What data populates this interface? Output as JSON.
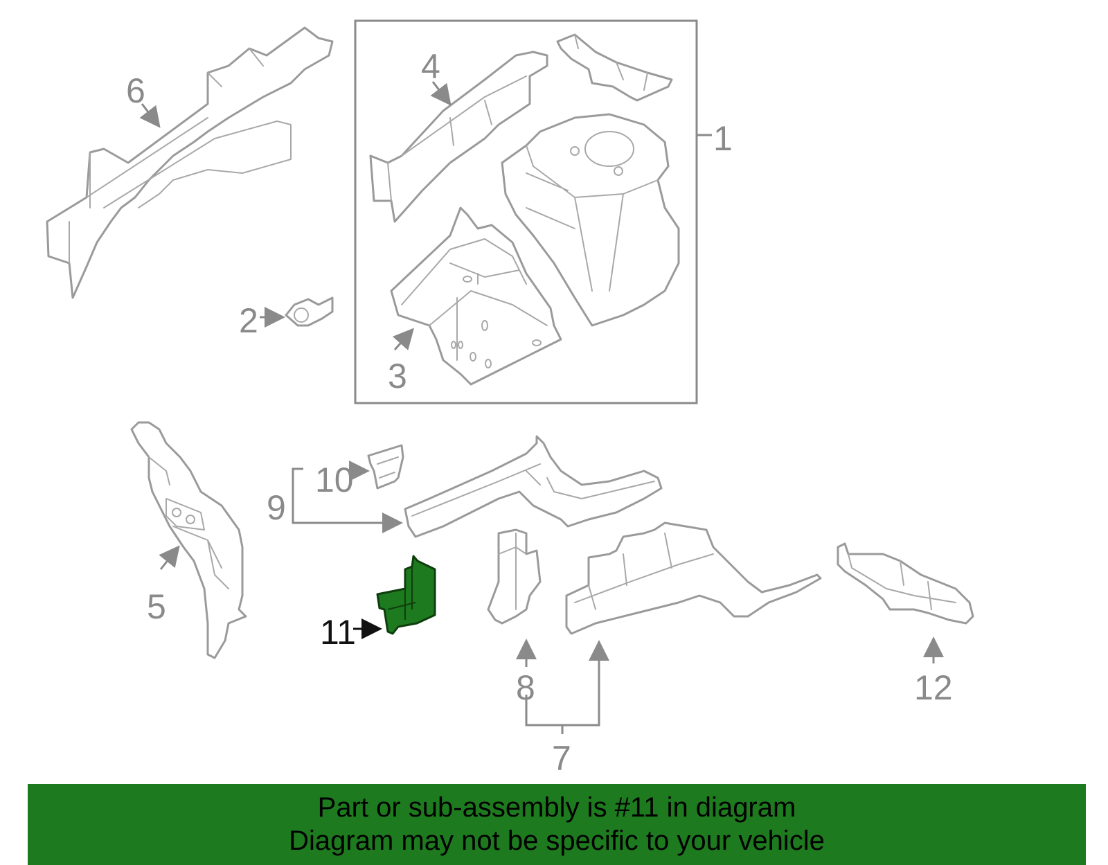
{
  "callouts": {
    "c1": "1",
    "c2": "2",
    "c3": "3",
    "c4": "4",
    "c5": "5",
    "c6": "6",
    "c7": "7",
    "c8": "8",
    "c9": "9",
    "c10": "10",
    "c11": "11",
    "c12": "12"
  },
  "highlight": {
    "callout": "11",
    "color": "#1e7a1e"
  },
  "banner": {
    "line1": "Part or sub-assembly is #11 in diagram",
    "line2": "Diagram may not be specific to your vehicle"
  },
  "colors": {
    "banner_bg": "#1e7a1e",
    "outline": "#9a9a9a",
    "highlight_part": "#1e7a1e"
  }
}
